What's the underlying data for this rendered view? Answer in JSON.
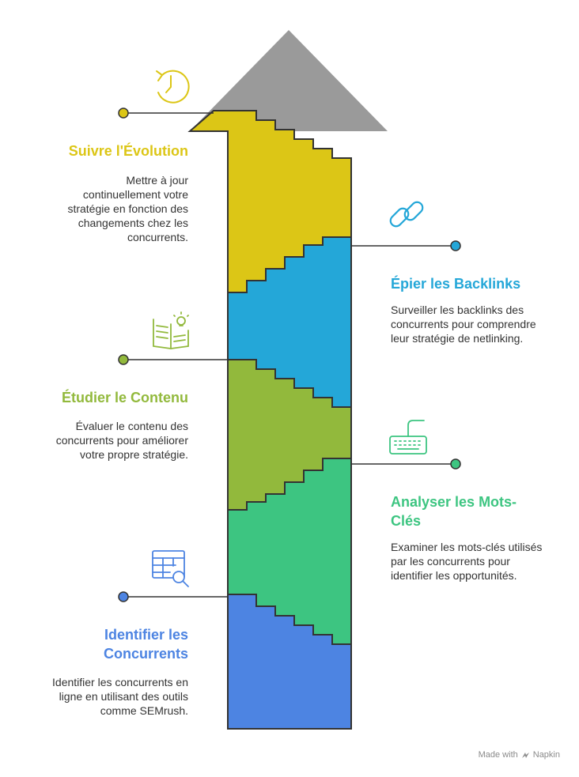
{
  "colors": {
    "arrow_head": "#9a9a9a",
    "outline": "#333333",
    "yellow": "#dcc616",
    "cyan": "#24a7d8",
    "olive": "#92b93c",
    "green": "#3dc581",
    "blue": "#4d84e2"
  },
  "steps": [
    {
      "title": "Suivre l'Évolution",
      "description": "Mettre à jour continuellement votre stratégie en fonction des changements chez les concurrents.",
      "icon": "stopwatch-icon",
      "color": "#dcc616"
    },
    {
      "title": "Épier les Backlinks",
      "description": "Surveiller les backlinks des concurrents pour comprendre leur stratégie de netlinking.",
      "icon": "link-icon",
      "color": "#24a7d8"
    },
    {
      "title": "Étudier le Contenu",
      "description": "Évaluer le contenu des concurrents pour améliorer votre propre stratégie.",
      "icon": "book-lightbulb-icon",
      "color": "#92b93c"
    },
    {
      "title": "Analyser les Mots-Clés",
      "description": "Examiner les mots-clés utilisés par les concurrents pour identifier les opportunités.",
      "icon": "keyboard-icon",
      "color": "#3dc581"
    },
    {
      "title": "Identifier les Concurrents",
      "description": "Identifier les concurrents en ligne en utilisant des outils comme SEMrush.",
      "icon": "table-search-icon",
      "color": "#4d84e2"
    }
  ],
  "footer": {
    "made_with": "Made with",
    "brand": "Napkin"
  }
}
